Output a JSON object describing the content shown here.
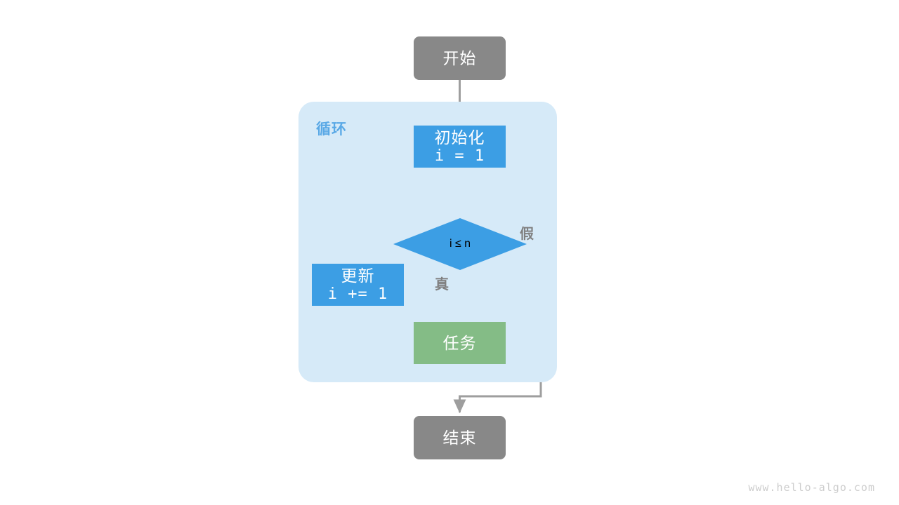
{
  "diagram": {
    "title_watermark": "www.hello-algo.com",
    "loop_container_label": "循环",
    "colors": {
      "terminal": "#888888",
      "process": "#3c9ee4",
      "task": "#84bc86",
      "container": "#d6eaf8",
      "connector": "#9e9e9e",
      "loop_label": "#5aa9e6",
      "branch_label": "#808080",
      "watermark": "#cdcdcd",
      "background": "#ffffff"
    },
    "nodes": {
      "start": {
        "label": "开始"
      },
      "init": {
        "label": "初始化",
        "code": "i = 1"
      },
      "condition": {
        "code": "i ≤ n"
      },
      "update": {
        "label": "更新",
        "code": "i += 1"
      },
      "task": {
        "label": "任务"
      },
      "end": {
        "label": "结束"
      }
    },
    "branches": {
      "true_label": "真",
      "false_label": "假"
    }
  }
}
